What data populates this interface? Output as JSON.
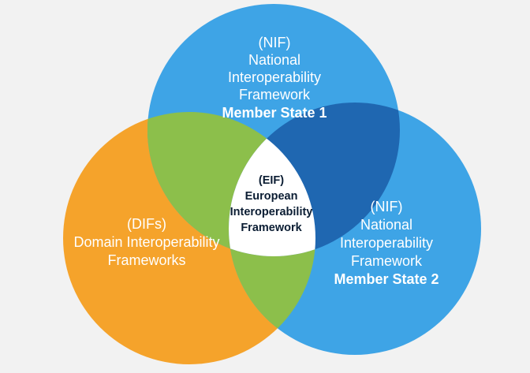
{
  "diagram": {
    "colors": {
      "background": "#f2f2f2",
      "nif_member_state_1": "#3ea4e6",
      "nif_member_state_2": "#3ea4e6",
      "difs": "#f5a32b",
      "overlap_difs_nif": "#8cbf4b",
      "overlap_nif_nif": "#1f67b1",
      "center_eif": "#ffffff"
    },
    "circles": {
      "nif1": {
        "abbr": "(NIF)",
        "line1": "National",
        "line2": "Interoperability",
        "line3": "Framework",
        "state": "Member State 1"
      },
      "nif2": {
        "abbr": "(NIF)",
        "line1": "National",
        "line2": "Interoperability",
        "line3": "Framework",
        "state": "Member State 2"
      },
      "dif": {
        "abbr": "(DIFs)",
        "line1": "Domain Interoperability",
        "line2": "Frameworks"
      }
    },
    "center": {
      "abbr": "(EIF)",
      "line1": "European",
      "line2": "Interoperability",
      "line3": "Framework"
    }
  }
}
